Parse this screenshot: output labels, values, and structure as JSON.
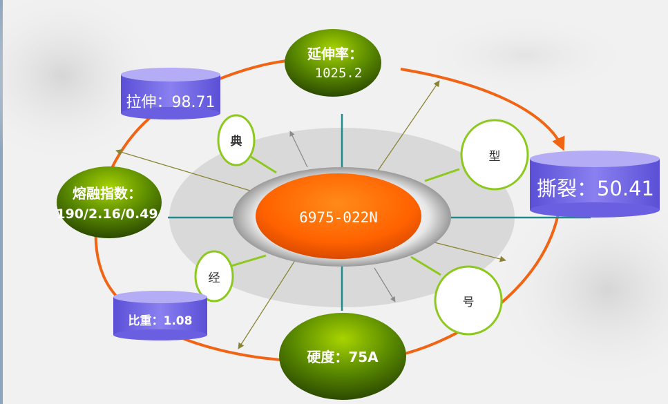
{
  "center": {
    "label": "6975-022N"
  },
  "properties": {
    "elongation": {
      "label": "延伸率：",
      "value": "1025.2"
    },
    "tensile": {
      "label": "拉伸：98.71"
    },
    "tear": {
      "label": "撕裂：50.41"
    },
    "melt_index": {
      "label": "熔融指数：",
      "value": "190/2.16/0.49"
    },
    "density": {
      "label": "比重：1.08"
    },
    "hardness": {
      "label": "硬度：75A"
    }
  },
  "tags": {
    "dian": "典",
    "xing": "型",
    "jing": "经",
    "hao": "号"
  },
  "colors": {
    "orange_ring": "#f06414",
    "center_fill": "#ff6a00",
    "green_dark": "#3c6400",
    "green_light": "#a8d400",
    "cylinder": "#7b6ee6",
    "cylinder_top": "#b4acf4",
    "circle_stroke": "#8cc81e",
    "spoke": "#1f8a8a",
    "arrow": "#8a8432"
  }
}
